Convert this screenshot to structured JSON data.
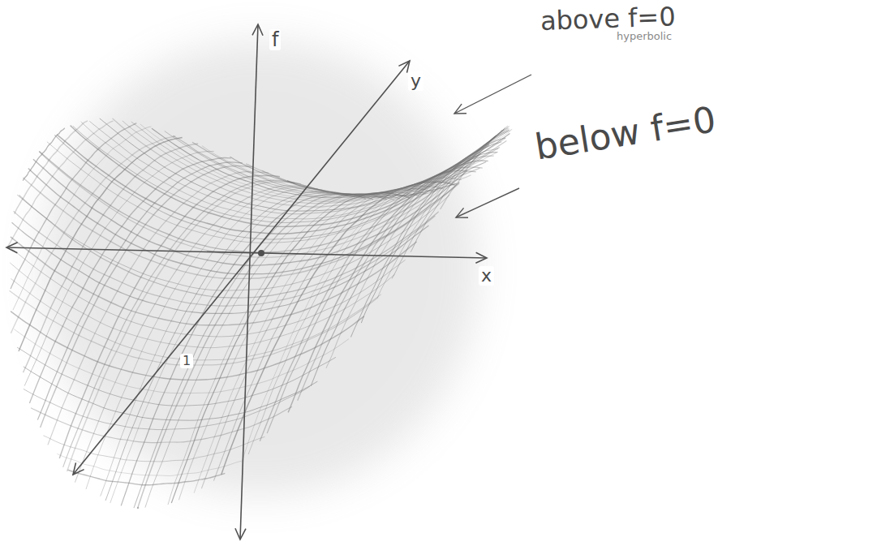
{
  "diagram": {
    "labels": [
      "f",
      "y",
      "x",
      "1",
      "above f=0",
      "hyperbolic",
      "below f=0"
    ]
  }
}
